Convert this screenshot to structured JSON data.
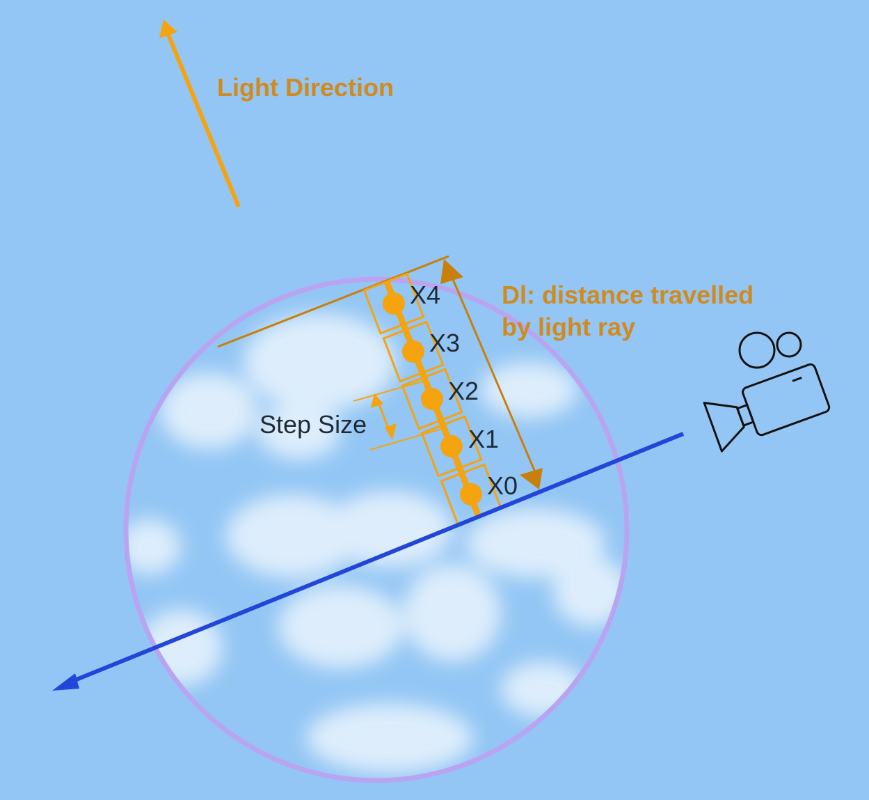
{
  "colors": {
    "background": "#93c6f4",
    "sphere_outline": "#b9a4f2",
    "cloud": "#eaf4fd",
    "light_orange": "#f5a30e",
    "dark_orange": "#c87f0b",
    "text_orange": "#d08a1e",
    "view_ray": "#2146d8",
    "text_dark": "#1f2a36",
    "camera_stroke": "#111111"
  },
  "labels": {
    "light_direction": "Light Direction",
    "distance_line1": "Dl: distance travelled",
    "distance_line2": "by light ray",
    "step_size": "Step Size"
  },
  "samples": [
    "X4",
    "X3",
    "X2",
    "X1",
    "X0"
  ],
  "icons": {
    "camera": "video-camera-icon"
  }
}
